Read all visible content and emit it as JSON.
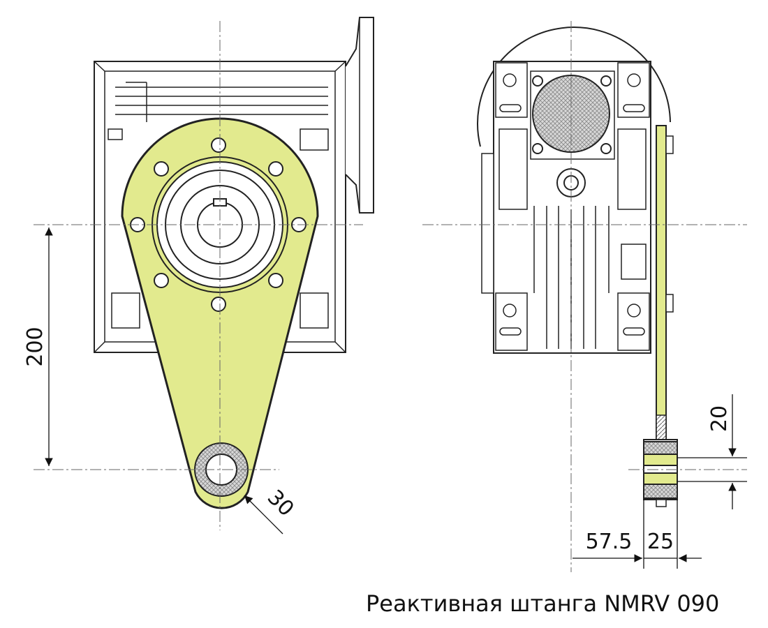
{
  "caption": "Реактивная штанга NMRV 090",
  "dimensions": {
    "arm_length": "200",
    "end_radius": "30",
    "bushing_width": "20",
    "offset": "57.5",
    "arm_width": "25"
  },
  "colors": {
    "arm_fill": "#e2ea8e",
    "outline": "#222222",
    "hatch": "#9a9a9a",
    "background": "#ffffff"
  }
}
